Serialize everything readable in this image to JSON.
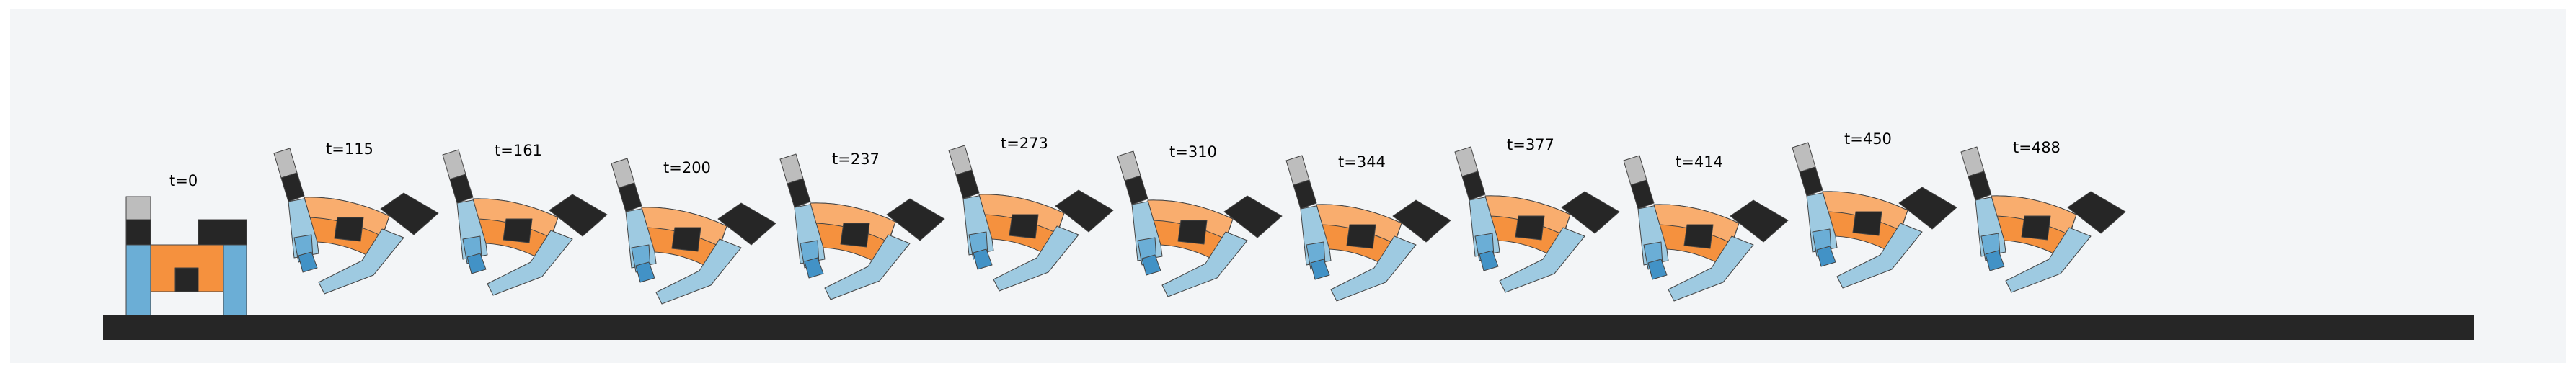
{
  "figure": {
    "panel_color": "#f3f5f7",
    "ground_color": "#262626",
    "colors": {
      "body_orange": "#f5913e",
      "body_orange_light": "#f9ad6e",
      "limb_blue_light": "#9ecae1",
      "limb_blue": "#6baed6",
      "limb_blue_dark": "#4292c6",
      "joint_black": "#262626",
      "tip_gray": "#bdbdbd",
      "outline": "#444444"
    },
    "frames": [
      {
        "label": "t=0",
        "pose": "initial"
      },
      {
        "label": "t=115",
        "pose": "gait"
      },
      {
        "label": "t=161",
        "pose": "gait"
      },
      {
        "label": "t=200",
        "pose": "gait"
      },
      {
        "label": "t=237",
        "pose": "gait"
      },
      {
        "label": "t=273",
        "pose": "gait"
      },
      {
        "label": "t=310",
        "pose": "gait"
      },
      {
        "label": "t=344",
        "pose": "gait"
      },
      {
        "label": "t=377",
        "pose": "gait"
      },
      {
        "label": "t=414",
        "pose": "gait"
      },
      {
        "label": "t=450",
        "pose": "gait"
      },
      {
        "label": "t=488",
        "pose": "gait"
      }
    ]
  }
}
